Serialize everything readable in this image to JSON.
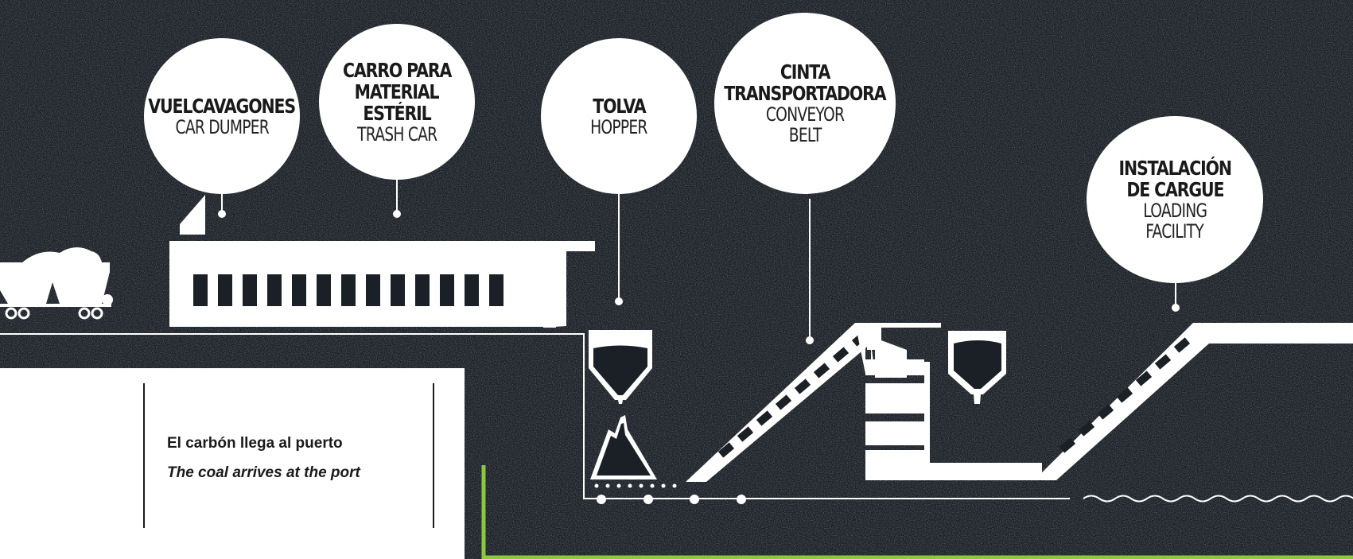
{
  "colors": {
    "background": "#1b2026",
    "accent_green": "#8dc63f",
    "foreground": "#ffffff",
    "ink": "#1a1a1a"
  },
  "labels": {
    "car_dumper": {
      "es": "VUELCAVAGONES",
      "en": "CAR DUMPER"
    },
    "trash_car": {
      "es": [
        "CARRO PARA",
        "MATERIAL",
        "ESTÉRIL"
      ],
      "en": "TRASH CAR"
    },
    "hopper": {
      "es": "TOLVA",
      "en": "HOPPER"
    },
    "conveyor_belt": {
      "es": [
        "CINTA",
        "TRANSPORTADORA"
      ],
      "en": [
        "CONVEYOR",
        "BELT"
      ]
    },
    "loading_facility": {
      "es": [
        "INSTALACIÓN",
        "DE CARGUE"
      ],
      "en": [
        "LOADING",
        "FACILITY"
      ]
    }
  },
  "caption": {
    "es": "El carbón llega al puerto",
    "en": "The coal arrives at the port"
  }
}
